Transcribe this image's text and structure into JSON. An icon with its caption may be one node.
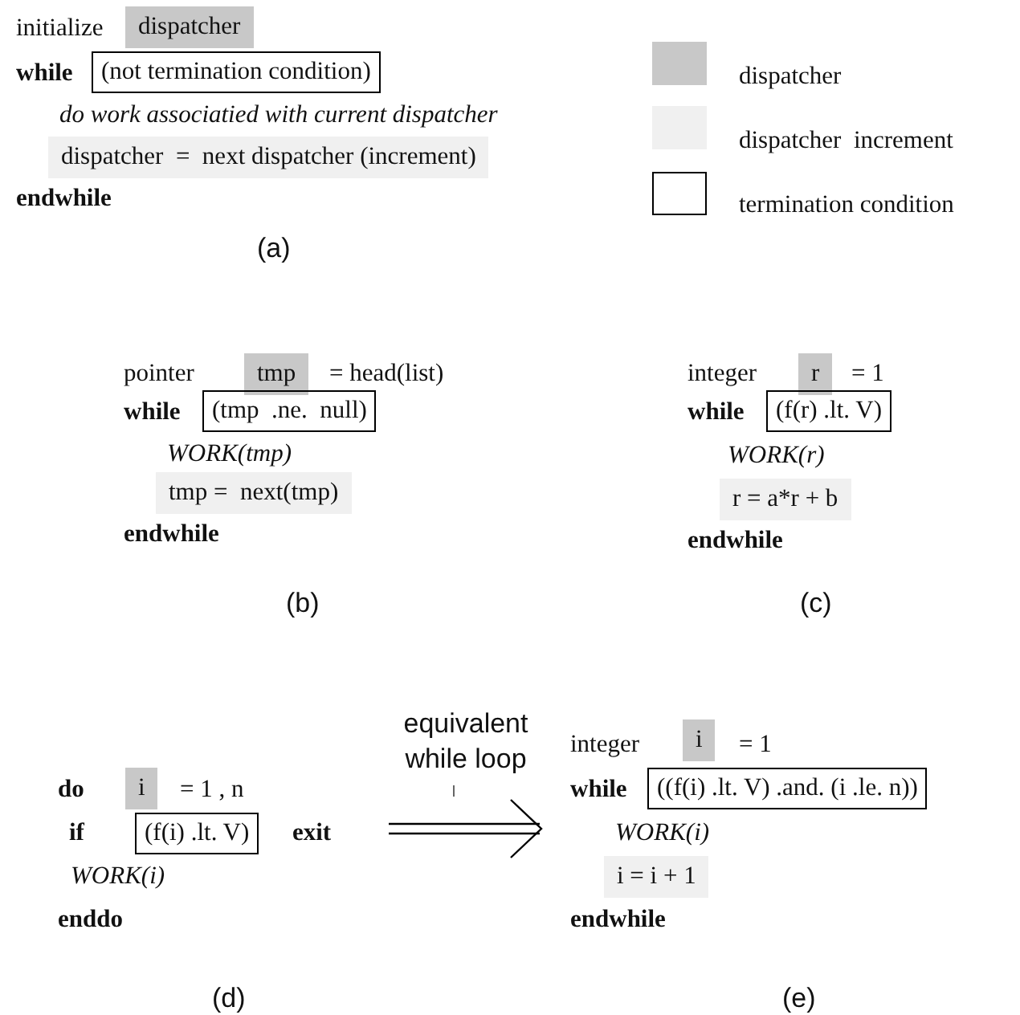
{
  "diagram": {
    "nodes": [
      {
        "text": [
          "dispatcher"
        ]
      },
      {
        "text": [
          "(not termination condition)"
        ]
      },
      {
        "text": [
          "dispatcher  =  next dispatcher (increment)"
        ]
      },
      {
        "text": [
          "tmp"
        ]
      },
      {
        "text": [
          "(tmp  .ne.  null)"
        ]
      },
      {
        "text": [
          "tmp =  next(tmp)"
        ]
      },
      {
        "text": [
          "r"
        ]
      },
      {
        "text": [
          "(f(r) .lt. V)"
        ]
      },
      {
        "text": [
          "r = a*r + b"
        ]
      },
      {
        "text": [
          "i"
        ]
      },
      {
        "text": [
          "(f(i) .lt. V)"
        ]
      },
      {
        "text": [
          "i"
        ]
      },
      {
        "text": [
          "((f(i) .lt. V) .and. (i .le. n))"
        ]
      },
      {
        "text": [
          "i = i + 1"
        ]
      }
    ],
    "labels": [
      "initialize",
      "while",
      "do work associatied with current dispatcher",
      "endwhile",
      "(a)",
      "pointer",
      "= head(list)",
      "while",
      "WORK(tmp)",
      "endwhile",
      "(b)",
      "integer",
      "= 1",
      "while",
      "WORK(r)",
      "endwhile",
      "(c)",
      "equivalent while loop",
      "do",
      "= 1 , n",
      "if",
      "exit",
      "WORK(i)",
      "enddo",
      "(d)",
      "integer",
      "= 1",
      "while",
      "WORK(i)",
      "endwhile",
      "(e)"
    ],
    "legend": [
      {
        "text": "dispatcher",
        "color": "#c8c8c8"
      },
      {
        "text": "dispatcher  increment",
        "color": "#f0f0f0"
      },
      {
        "text": "termination condition"
      }
    ]
  }
}
